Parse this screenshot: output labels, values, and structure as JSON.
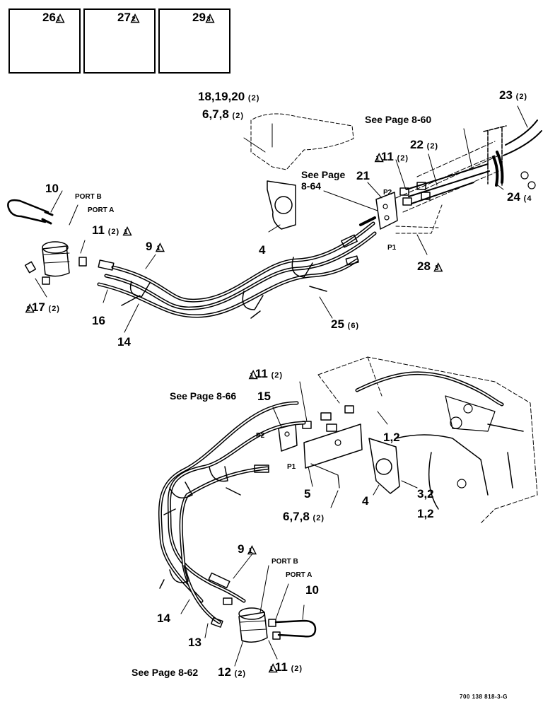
{
  "kit_boxes": [
    {
      "part": "26",
      "note": "1"
    },
    {
      "part": "27",
      "note": "2"
    },
    {
      "part": "29",
      "note": "3"
    }
  ],
  "top_view": {
    "cb_18_19_20": "18,19,20",
    "qty_18_19_20": "(2)",
    "cb_6_7_8": "6,7,8",
    "qty_6_7_8": "(2)",
    "see_8_60": "See Page 8-60",
    "cb_23": "23",
    "qty_23": "(2)",
    "cb_11": "11",
    "qty_11": "(2)",
    "note_11": "1",
    "cb_22": "22",
    "qty_22": "(2)",
    "see_8_64_a": "See Page",
    "see_8_64_b": "8-64",
    "cb_21": "21",
    "p2": "P2",
    "p1": "P1",
    "cb_24": "24",
    "qty_24": "(4",
    "cb_10": "10",
    "port_b": "PORT B",
    "port_a": "PORT A",
    "cb_11_left": "11",
    "qty_11_left": "(2)",
    "note_11_left": "1",
    "cb_9": "9",
    "note_9": "1",
    "cb_4": "4",
    "cb_28": "28",
    "note_28": "3",
    "cb_17": "17",
    "qty_17": "(2)",
    "note_17": "2",
    "cb_16": "16",
    "cb_14": "14",
    "cb_25": "25",
    "qty_25": "(6)"
  },
  "bottom_view": {
    "cb_11_top": "11",
    "qty_11_top": "(2)",
    "note_11_top": "1",
    "see_8_66": "See Page 8-66",
    "cb_15": "15",
    "p2": "P2",
    "p1": "P1",
    "cb_1_2_a": "1,2",
    "cb_5": "5",
    "cb_4": "4",
    "cb_3_2": "3,2",
    "cb_1_2_b": "1,2",
    "cb_6_7_8": "6,7,8",
    "qty_6_7_8": "(2)",
    "cb_9": "9",
    "note_9": "1",
    "port_b": "PORT B",
    "port_a": "PORT A",
    "cb_10": "10",
    "cb_14": "14",
    "cb_13": "13",
    "see_8_62": "See Page 8-62",
    "cb_12": "12",
    "qty_12": "(2)",
    "cb_11_bottom": "11",
    "qty_11_bottom": "(2)",
    "note_11_bottom": "1"
  },
  "doc_number": "700 138 818-3-G",
  "colors": {
    "ink": "#000000",
    "paper": "#ffffff"
  }
}
